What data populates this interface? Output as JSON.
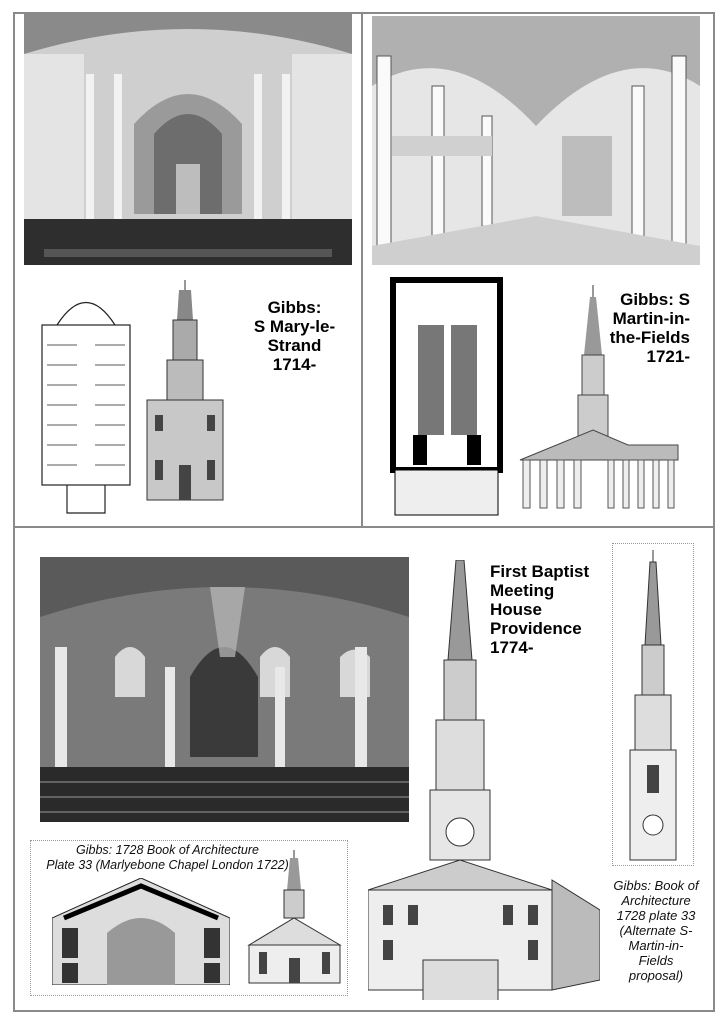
{
  "panels": {
    "mary_le_strand": {
      "title_line1": "Gibbs:",
      "title_line2": "S Mary-le-Strand",
      "title_line3": "1714-"
    },
    "martin_in_the_fields": {
      "title_line1": "Gibbs: S",
      "title_line2": "Martin-in-",
      "title_line3": "the-Fields",
      "title_line4": "1721-"
    },
    "first_baptist": {
      "title_line1": "First Baptist",
      "title_line2": "Meeting",
      "title_line3": "House",
      "title_line4": "Providence",
      "title_line5": "1774-"
    },
    "marylebone_caption": {
      "line1": "Gibbs: 1728 Book of Architecture",
      "line2": "Plate 33 (Marlyebone Chapel London 1722)"
    },
    "alternate_caption": {
      "line1": "Gibbs: Book of",
      "line2": "Architecture",
      "line3": "1728 plate 33",
      "line4": "(Alternate S-",
      "line5": "Martin-in-",
      "line6": "Fields",
      "line7": "proposal)"
    }
  }
}
